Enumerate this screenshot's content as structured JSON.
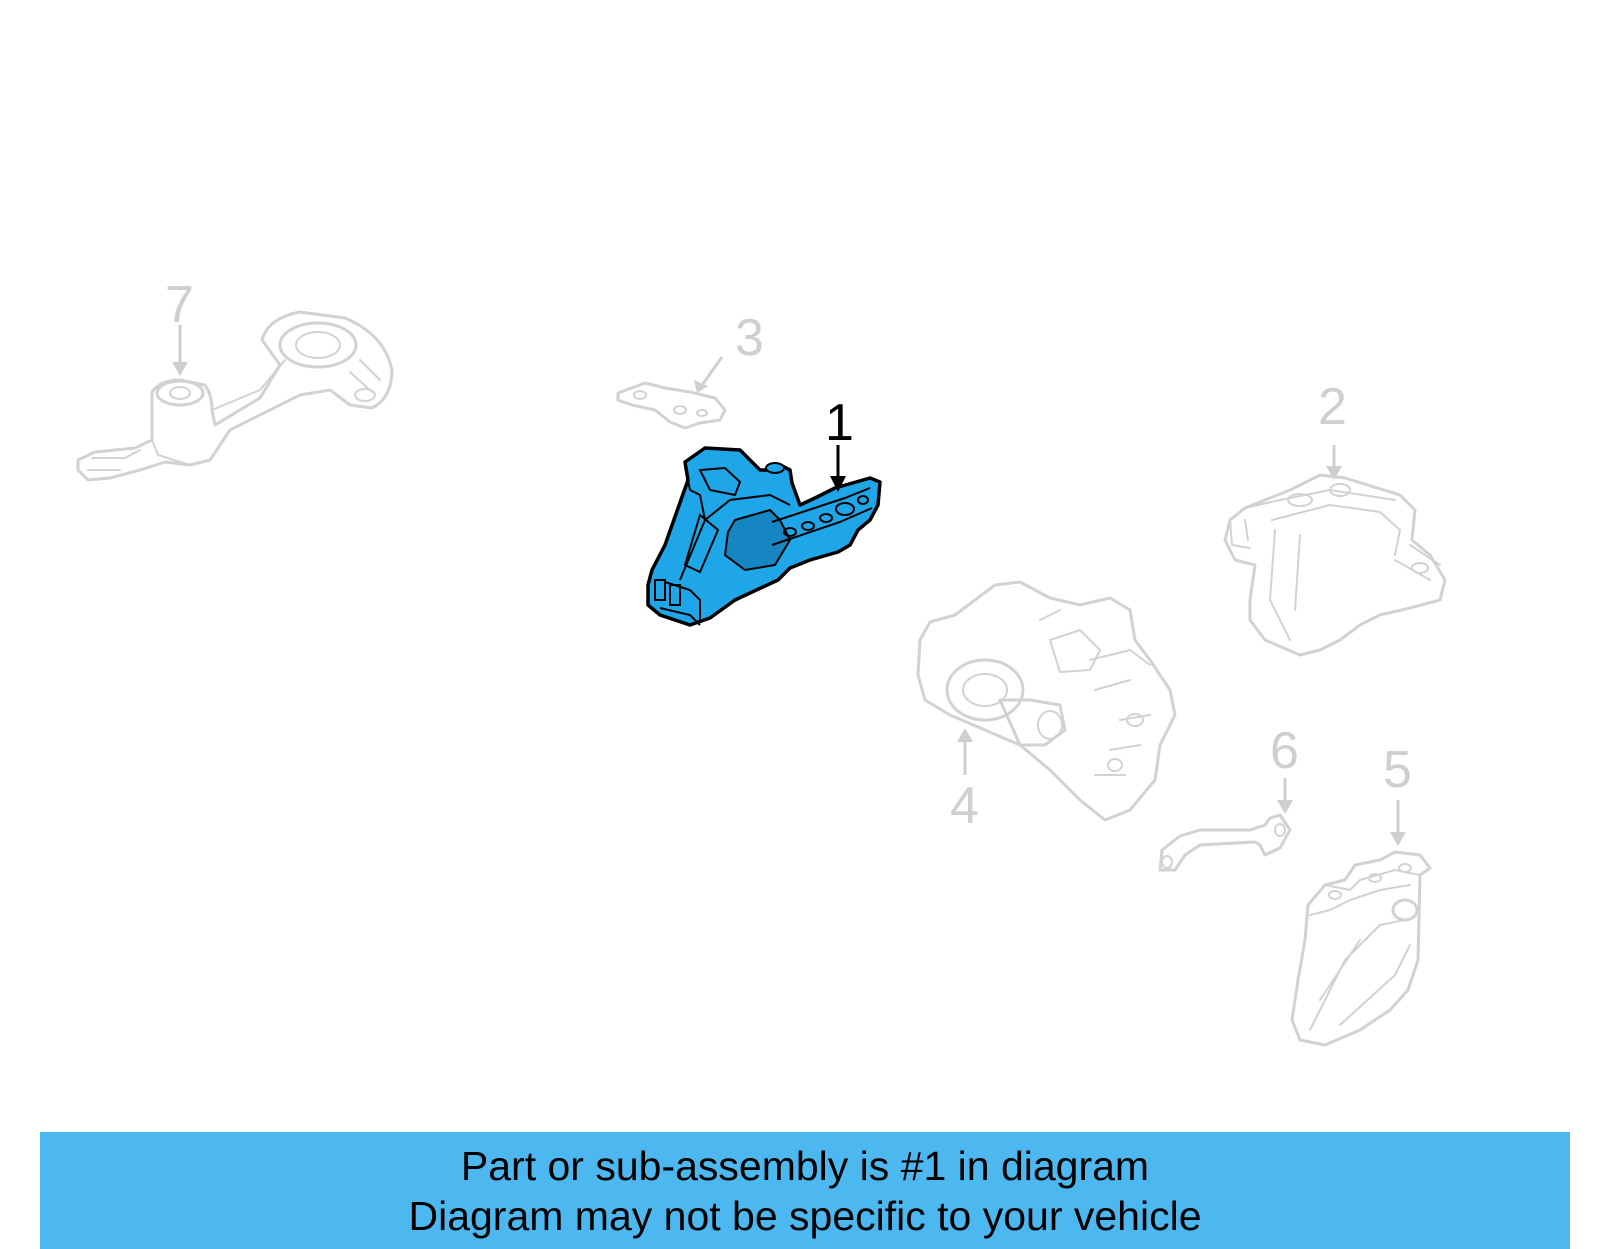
{
  "callouts": {
    "c1": "1",
    "c2": "2",
    "c3": "3",
    "c4": "4",
    "c5": "5",
    "c6": "6",
    "c7": "7"
  },
  "highlight_part": "1",
  "colors": {
    "highlight_fill": "#1ea6e8",
    "highlight_stroke": "#000000",
    "ghost_stroke": "#d2d2d2",
    "banner_bg": "#4db8f0"
  },
  "banner": {
    "line1": "Part or sub-assembly is #1 in diagram",
    "line2": "Diagram may not be specific to your vehicle"
  }
}
